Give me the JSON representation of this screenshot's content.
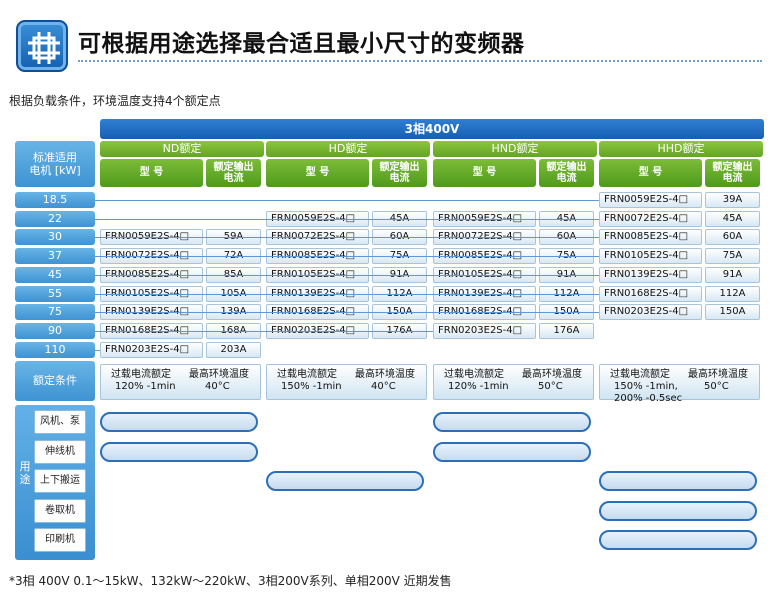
{
  "header": {
    "title": "可根据用途选择最合适且最小尺寸的变频器",
    "subtitle": "根据负载条件，环境温度支持4个额定点",
    "footnote": "*3相 400V 0.1～15kW、132kW～220kW、3相200V系列、单相200V 近期发售"
  },
  "table": {
    "phase_label": "3相400V",
    "motor_header": "标准适用\n电机 [kW]",
    "condition_header": "额定条件",
    "model_header": "型 号",
    "current_header": "额定输出\n电流",
    "motor_kw": [
      "18.5",
      "22",
      "30",
      "37",
      "45",
      "55",
      "75",
      "90",
      "110"
    ],
    "sections": [
      {
        "name": "ND额定",
        "rows": [
          null,
          null,
          {
            "model": "FRN0059E2S-4□",
            "current": "59A"
          },
          {
            "model": "FRN0072E2S-4□",
            "current": "72A"
          },
          {
            "model": "FRN0085E2S-4□",
            "current": "85A"
          },
          {
            "model": "FRN0105E2S-4□",
            "current": "105A"
          },
          {
            "model": "FRN0139E2S-4□",
            "current": "139A"
          },
          {
            "model": "FRN0168E2S-4□",
            "current": "168A"
          },
          {
            "model": "FRN0203E2S-4□",
            "current": "203A"
          }
        ],
        "condition": {
          "overload_label": "过载电流额定",
          "overload_value": "120% -1min",
          "temp_label": "最高环境温度",
          "temp_value": "40°C"
        }
      },
      {
        "name": "HD额定",
        "rows": [
          null,
          {
            "model": "FRN0059E2S-4□",
            "current": "45A"
          },
          {
            "model": "FRN0072E2S-4□",
            "current": "60A"
          },
          {
            "model": "FRN0085E2S-4□",
            "current": "75A"
          },
          {
            "model": "FRN0105E2S-4□",
            "current": "91A"
          },
          {
            "model": "FRN0139E2S-4□",
            "current": "112A"
          },
          {
            "model": "FRN0168E2S-4□",
            "current": "150A"
          },
          {
            "model": "FRN0203E2S-4□",
            "current": "176A"
          },
          null
        ],
        "condition": {
          "overload_label": "过载电流额定",
          "overload_value": "150% -1min",
          "temp_label": "最高环境温度",
          "temp_value": "40°C"
        }
      },
      {
        "name": "HND额定",
        "rows": [
          null,
          {
            "model": "FRN0059E2S-4□",
            "current": "45A"
          },
          {
            "model": "FRN0072E2S-4□",
            "current": "60A"
          },
          {
            "model": "FRN0085E2S-4□",
            "current": "75A"
          },
          {
            "model": "FRN0105E2S-4□",
            "current": "91A"
          },
          {
            "model": "FRN0139E2S-4□",
            "current": "112A"
          },
          {
            "model": "FRN0168E2S-4□",
            "current": "150A"
          },
          {
            "model": "FRN0203E2S-4□",
            "current": "176A"
          },
          null
        ],
        "condition": {
          "overload_label": "过载电流额定",
          "overload_value": "120% -1min",
          "temp_label": "最高环境温度",
          "temp_value": "50°C"
        }
      },
      {
        "name": "HHD额定",
        "rows": [
          {
            "model": "FRN0059E2S-4□",
            "current": "39A"
          },
          {
            "model": "FRN0072E2S-4□",
            "current": "45A"
          },
          {
            "model": "FRN0085E2S-4□",
            "current": "60A"
          },
          {
            "model": "FRN0105E2S-4□",
            "current": "75A"
          },
          {
            "model": "FRN0139E2S-4□",
            "current": "91A"
          },
          {
            "model": "FRN0168E2S-4□",
            "current": "112A"
          },
          {
            "model": "FRN0203E2S-4□",
            "current": "150A"
          },
          null,
          null
        ],
        "condition": {
          "overload_label": "过载电流额定",
          "overload_value": "150% -1min,\n200% -0.5sec",
          "temp_label": "最高环境温度",
          "temp_value": "50°C"
        }
      }
    ]
  },
  "applications": {
    "group_label": "用途",
    "items": [
      {
        "name": "风机、泵",
        "sections": [
          true,
          false,
          true,
          false
        ]
      },
      {
        "name": "伸线机",
        "sections": [
          true,
          false,
          true,
          false
        ]
      },
      {
        "name": "上下搬运",
        "sections": [
          false,
          true,
          false,
          true
        ]
      },
      {
        "name": "卷取机",
        "sections": [
          false,
          false,
          false,
          true
        ]
      },
      {
        "name": "印刷机",
        "sections": [
          false,
          false,
          false,
          true
        ]
      }
    ]
  },
  "colors": {
    "blue_bar": "#1e6fc4",
    "green_header": "#7cbc38",
    "pill_border": "#2c6fb8"
  }
}
